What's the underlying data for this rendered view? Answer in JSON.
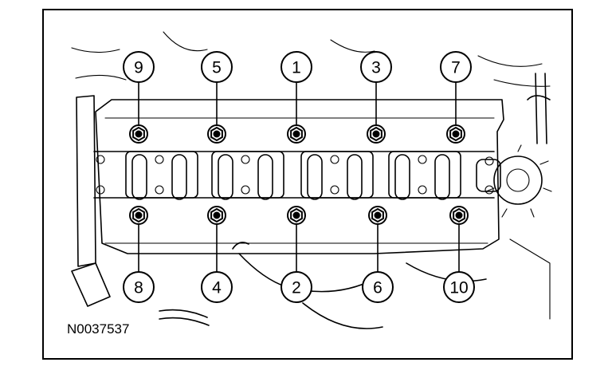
{
  "figure_id": "N0037537",
  "bolt_callouts": [
    {
      "number": "1",
      "row": "upper"
    },
    {
      "number": "2",
      "row": "lower"
    },
    {
      "number": "3",
      "row": "upper"
    },
    {
      "number": "4",
      "row": "lower"
    },
    {
      "number": "5",
      "row": "upper"
    },
    {
      "number": "6",
      "row": "lower"
    },
    {
      "number": "7",
      "row": "upper"
    },
    {
      "number": "8",
      "row": "lower"
    },
    {
      "number": "9",
      "row": "upper"
    },
    {
      "number": "10",
      "row": "lower"
    }
  ]
}
